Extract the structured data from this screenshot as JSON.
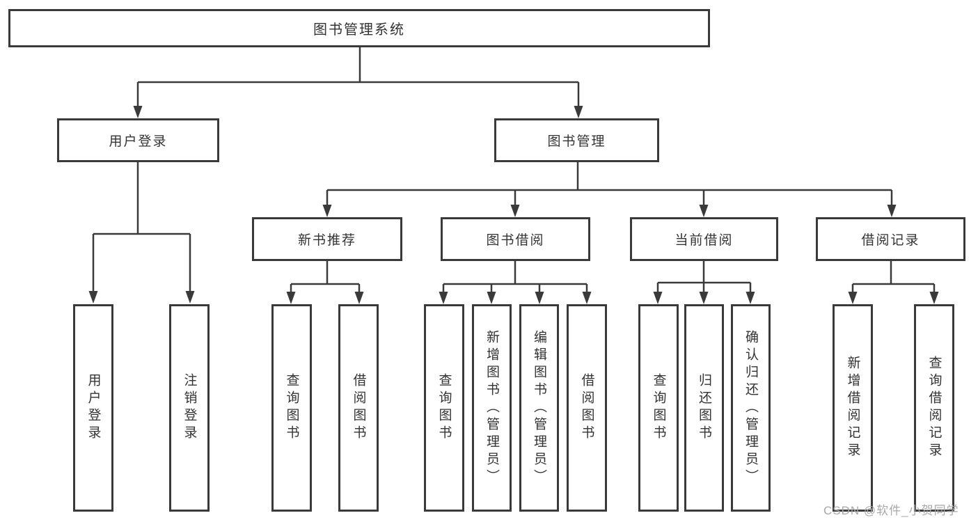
{
  "diagram_title": "图书管理系统",
  "tree": {
    "label": "图书管理系统",
    "children": [
      {
        "label": "用户登录",
        "children": [
          {
            "label": "用户登录"
          },
          {
            "label": "注销登录"
          }
        ]
      },
      {
        "label": "图书管理",
        "children": [
          {
            "label": "新书推荐",
            "children": [
              {
                "label": "查询图书"
              },
              {
                "label": "借阅图书"
              }
            ]
          },
          {
            "label": "图书借阅",
            "children": [
              {
                "label": "查询图书"
              },
              {
                "label": "新增图书（管理员）"
              },
              {
                "label": "编辑图书（管理员）"
              },
              {
                "label": "借阅图书"
              }
            ]
          },
          {
            "label": "当前借阅",
            "children": [
              {
                "label": "查询图书"
              },
              {
                "label": "归还图书"
              },
              {
                "label": "确认归还（管理员）"
              }
            ]
          },
          {
            "label": "借阅记录",
            "children": [
              {
                "label": "新增借阅记录"
              },
              {
                "label": "查询借阅记录"
              }
            ]
          }
        ]
      }
    ]
  },
  "watermark": {
    "text": "CSDN @软件_小贺同学"
  },
  "colors": {
    "line": "#3a3a3a",
    "text": "#333333",
    "watermark": "#a8a8a8",
    "background": "#ffffff"
  }
}
